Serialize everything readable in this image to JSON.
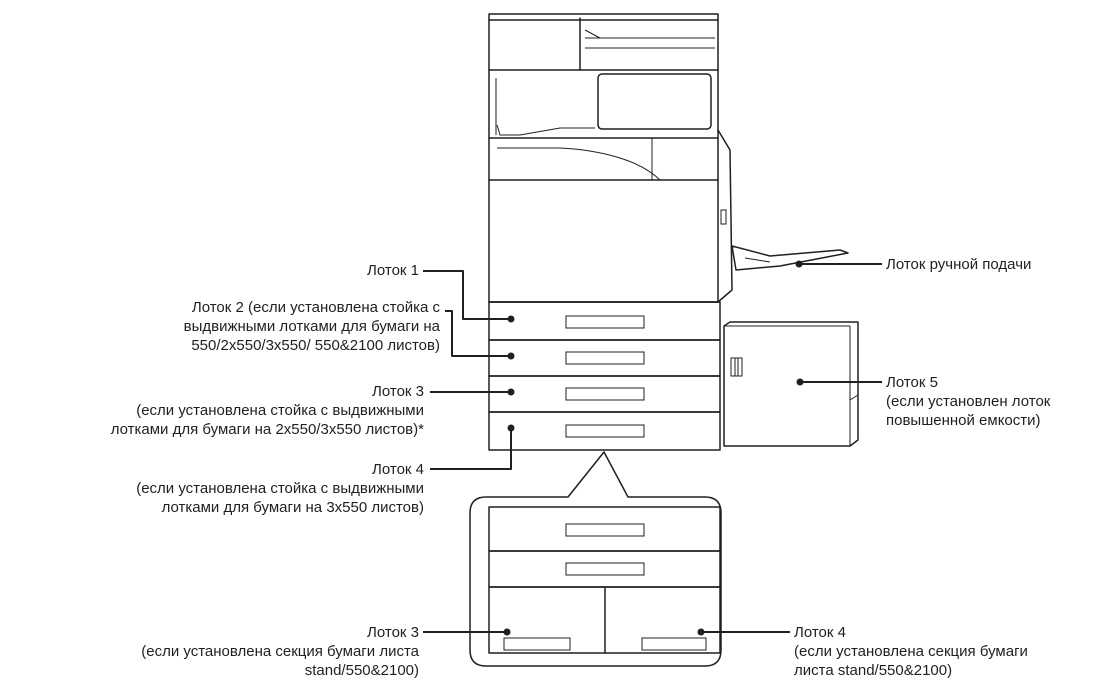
{
  "labels": {
    "tray1": {
      "lines": [
        "Лоток 1"
      ]
    },
    "tray2": {
      "lines": [
        "Лоток 2 (если установлена стойка с",
        "выдвижными лотками для бумаги на",
        "550/2x550/3x550/ 550&2100 листов)"
      ]
    },
    "tray3": {
      "lines": [
        "Лоток 3",
        "(если установлена стойка с выдвижными",
        "лотками для бумаги на 2x550/3x550 листов)*"
      ]
    },
    "tray4": {
      "lines": [
        "Лоток 4",
        "(если установлена стойка с выдвижными",
        "лотками для бумаги на 3x550 листов)"
      ]
    },
    "bypass": {
      "lines": [
        "Лоток ручной подачи"
      ]
    },
    "tray5": {
      "lines": [
        "Лоток 5",
        "(если установлен лоток",
        "повышенной емкости)"
      ]
    },
    "tray3_stand": {
      "lines": [
        "Лоток 3",
        "(если установлена секция бумаги листа",
        "stand/550&2100)"
      ]
    },
    "tray4_stand": {
      "lines": [
        "Лоток 4",
        "(если установлена секция бумаги",
        "листа stand/550&2100)"
      ]
    }
  }
}
